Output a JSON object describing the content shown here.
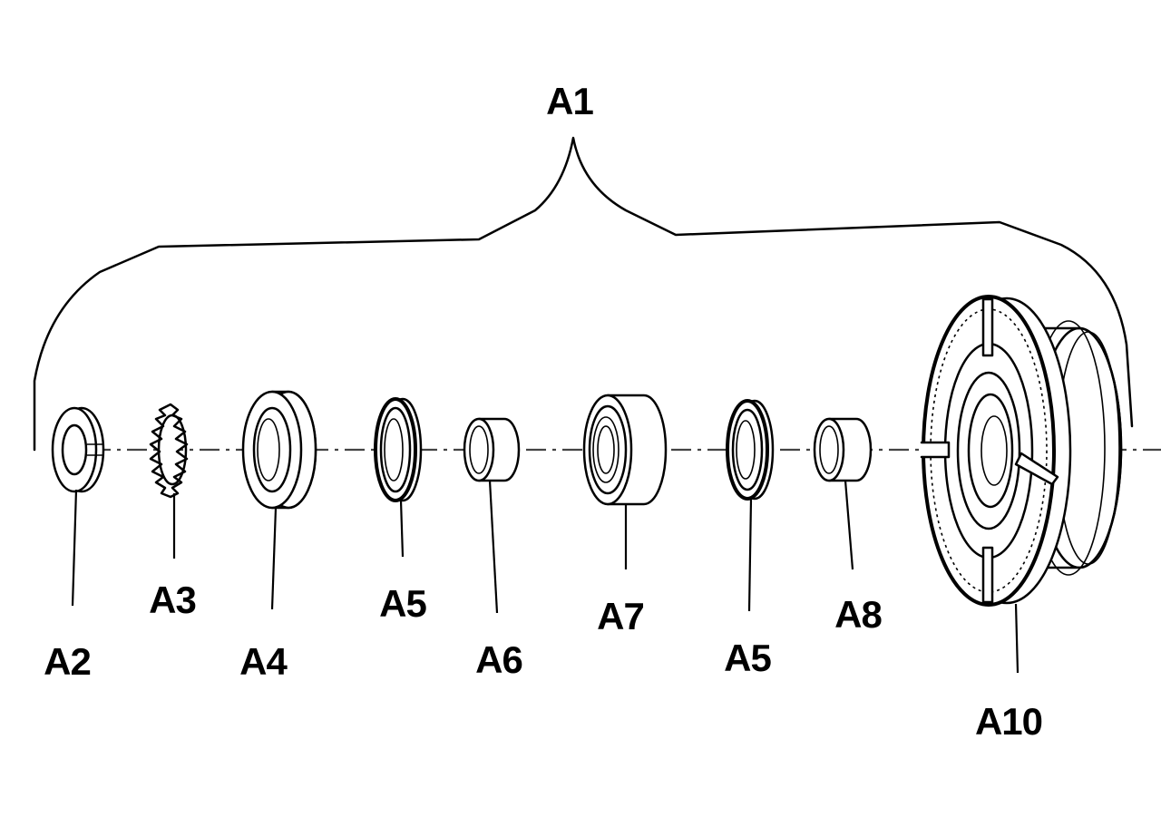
{
  "assembly_label": "A1",
  "parts": [
    {
      "id": "a2",
      "label": "A2"
    },
    {
      "id": "a3",
      "label": "A3"
    },
    {
      "id": "a4",
      "label": "A4"
    },
    {
      "id": "a5a",
      "label": "A5"
    },
    {
      "id": "a6",
      "label": "A6"
    },
    {
      "id": "a7",
      "label": "A7"
    },
    {
      "id": "a5b",
      "label": "A5"
    },
    {
      "id": "a8",
      "label": "A8"
    },
    {
      "id": "a10",
      "label": "A10"
    }
  ]
}
